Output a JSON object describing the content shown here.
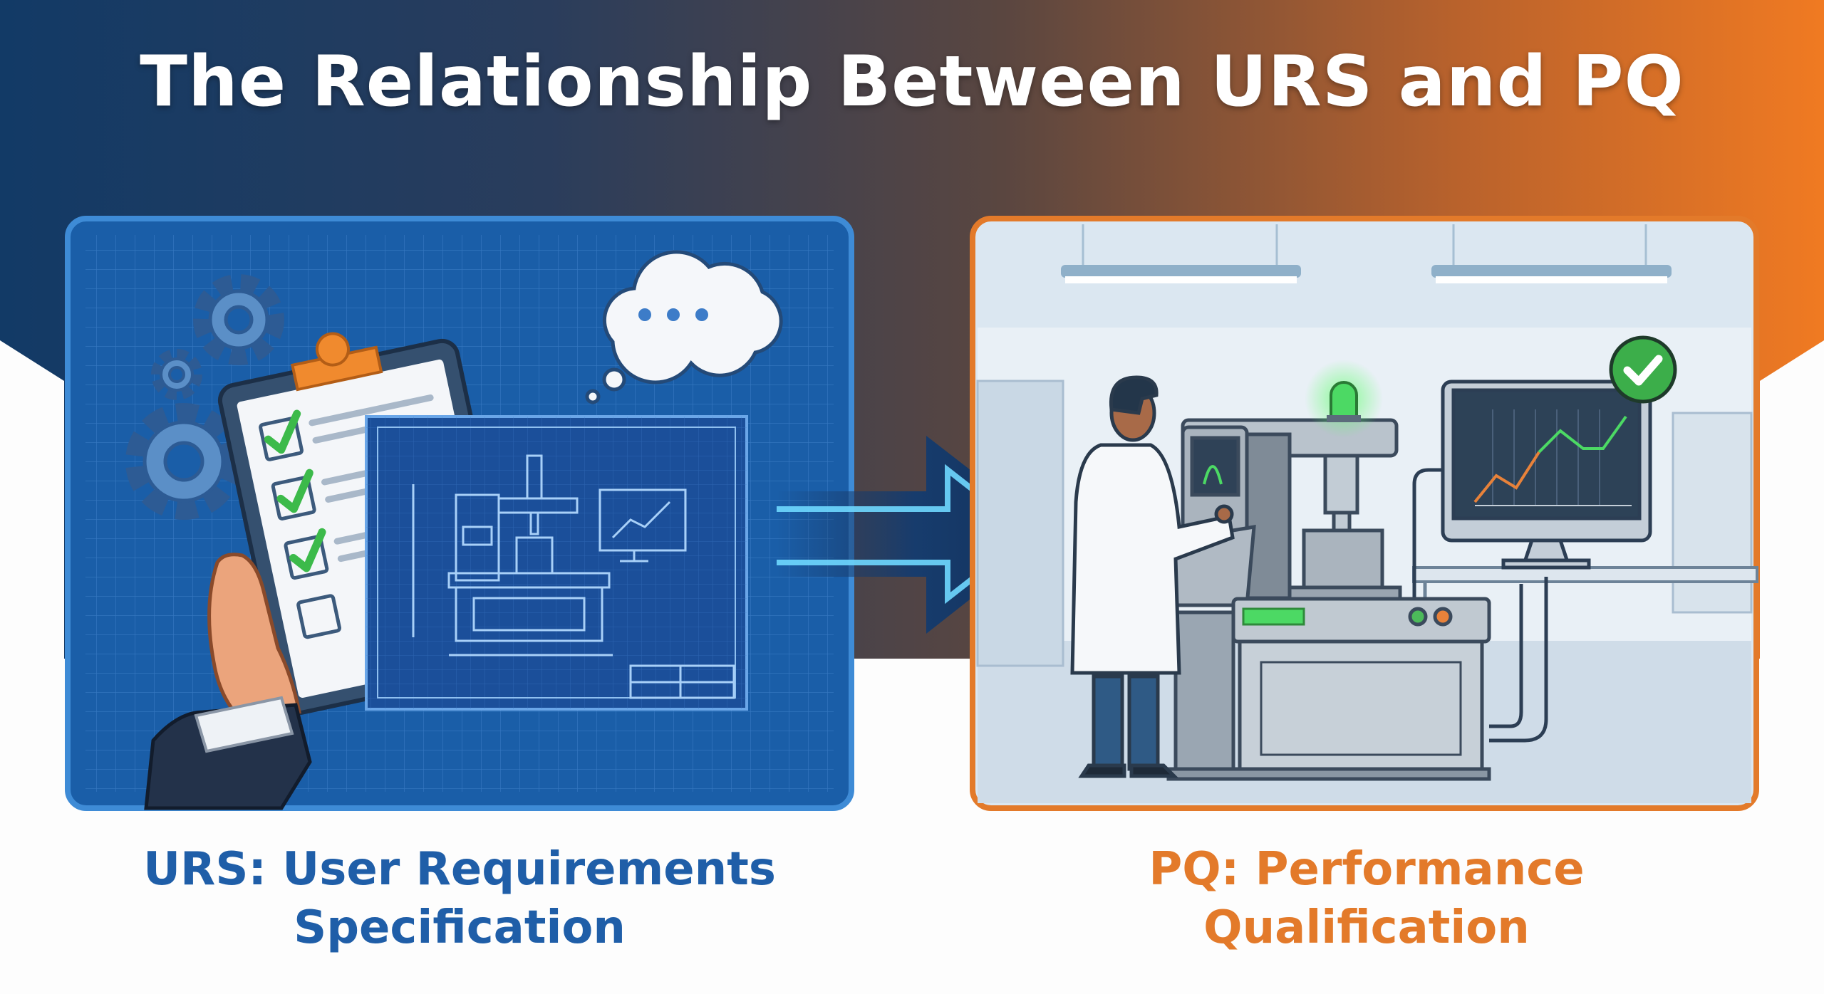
{
  "title": "The Relationship Between URS and PQ",
  "left_panel": {
    "caption_line1": "URS: User Requirements",
    "caption_line2": "Specification",
    "icons": [
      "gear-icon",
      "clipboard-icon",
      "checkbox-icon",
      "blueprint-icon",
      "thought-cloud-icon",
      "hand-icon"
    ]
  },
  "right_panel": {
    "caption_line1": "PQ: Performance",
    "caption_line2": "Qualification",
    "icons": [
      "ceiling-light-icon",
      "scientist-icon",
      "machine-icon",
      "monitor-chart-icon",
      "check-badge-icon",
      "status-light-icon"
    ]
  },
  "connector": {
    "icon": "arrow-right-icon"
  },
  "colors": {
    "urs_blue": "#1f5ea8",
    "pq_orange": "#e37a2a",
    "success_green": "#3cba4a",
    "header_left": "#123a66",
    "header_right": "#ee7a24"
  }
}
